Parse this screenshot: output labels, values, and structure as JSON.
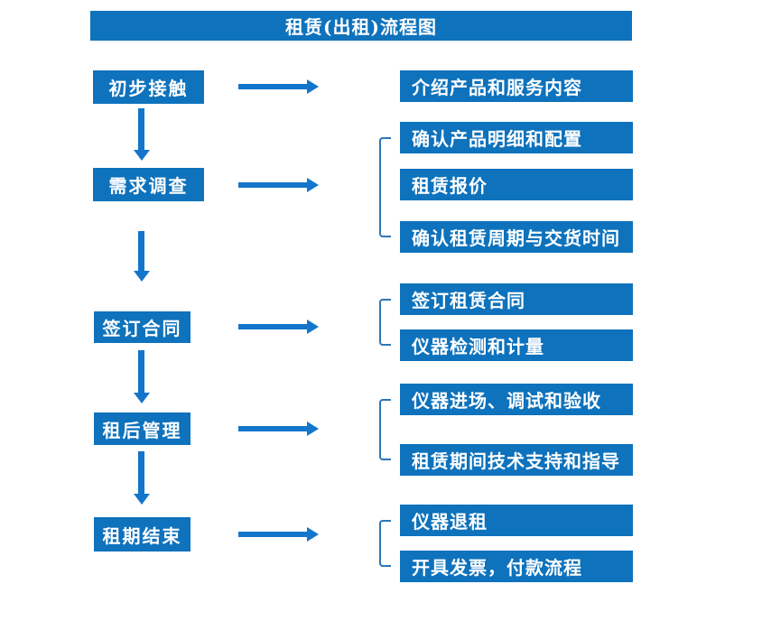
{
  "title": "租赁(出租)流程图",
  "colors": {
    "box": "#0E72BC",
    "arrow": "#1375CB",
    "bracket": "#2E75B6",
    "text": "#FFFFFF",
    "background": "#FFFFFF"
  },
  "steps": [
    {
      "label": "初步接触",
      "outputs": [
        "介绍产品和服务内容"
      ]
    },
    {
      "label": "需求调查",
      "outputs": [
        "确认产品明细和配置",
        "租赁报价",
        "确认租赁周期与交货时间"
      ]
    },
    {
      "label": "签订合同",
      "outputs": [
        "签订租赁合同",
        "仪器检测和计量"
      ]
    },
    {
      "label": "租后管理",
      "outputs": [
        "仪器进场、调试和验收",
        "租赁期间技术支持和指导"
      ]
    },
    {
      "label": "租期结束",
      "outputs": [
        "仪器退租",
        "开具发票，付款流程"
      ]
    }
  ]
}
